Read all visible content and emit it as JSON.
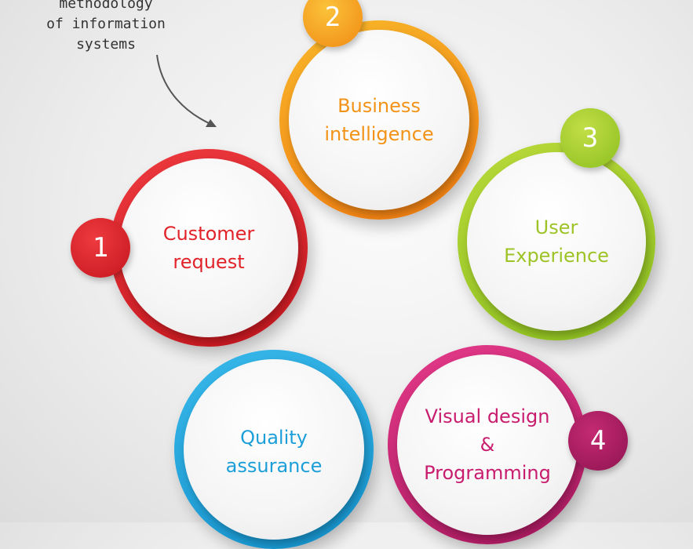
{
  "note": {
    "lines": [
      "methodology",
      "of information",
      "systems"
    ]
  },
  "steps": [
    {
      "number": "1",
      "line1": "Customer",
      "line2": "request",
      "line3": "",
      "color": "#e8242b",
      "dark": "#c5161e",
      "text_color": "#e2232a"
    },
    {
      "number": "2",
      "line1": "Business",
      "line2": "intelligence",
      "line3": "",
      "color": "#f5a11c",
      "dark": "#f07a10",
      "text_color": "#f29317"
    },
    {
      "number": "3",
      "line1": "User",
      "line2": "Experience",
      "line3": "",
      "color": "#a9cf2d",
      "dark": "#8cbf1f",
      "text_color": "#9dc326"
    },
    {
      "number": "4",
      "line1": "Visual design",
      "line2": "&",
      "line3": "Programming",
      "color": "#d81f7a",
      "dark": "#a8185e",
      "text_color": "#c81c6e"
    },
    {
      "number": "",
      "line1": "Quality",
      "line2": "assurance",
      "line3": "",
      "color": "#1ea6df",
      "dark": "#1492cc",
      "text_color": "#1c9fd8"
    }
  ]
}
